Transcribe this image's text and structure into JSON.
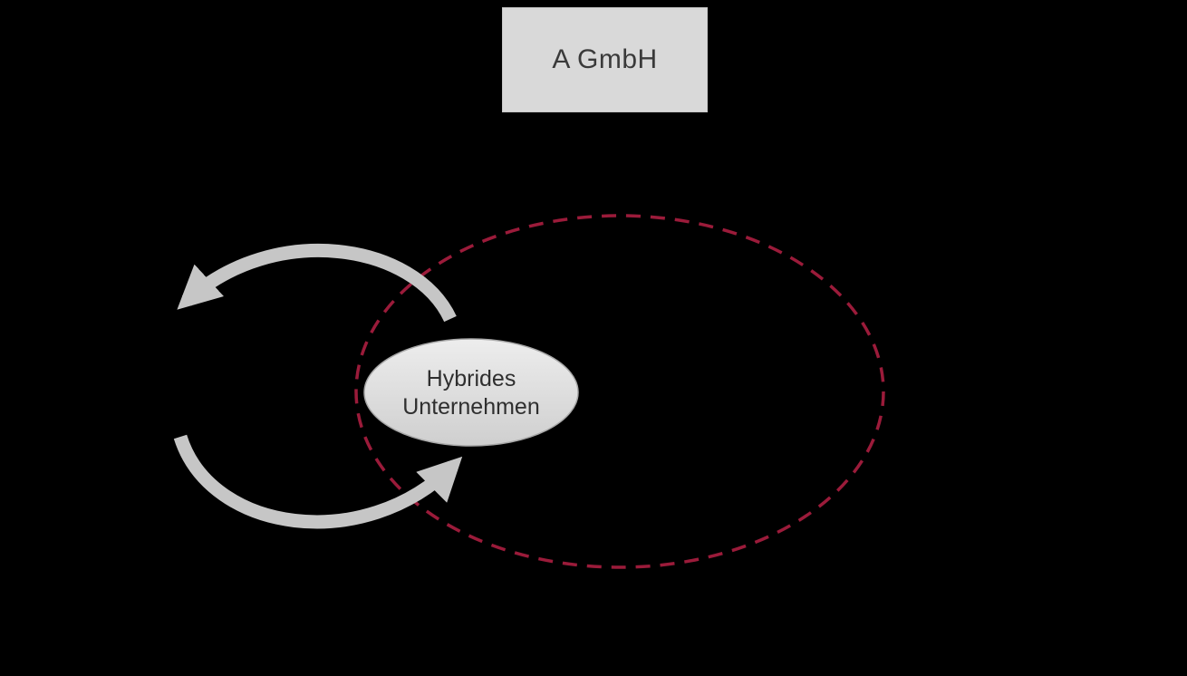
{
  "diagram": {
    "background": "#000000",
    "company_box": {
      "label": "A GmbH",
      "fill": "#d9d9d9",
      "text_color": "#3a3a3a"
    },
    "hybrid_node": {
      "label": "Hybrides Unternehmen",
      "fill": "#d9d9d9",
      "stroke": "#a8a8a8",
      "text_color": "#2f2f2f"
    },
    "scope_ellipse": {
      "stroke": "#9b1b3a",
      "style": "dashed"
    },
    "cycle_arrows": {
      "color": "#c6c6c6"
    }
  }
}
